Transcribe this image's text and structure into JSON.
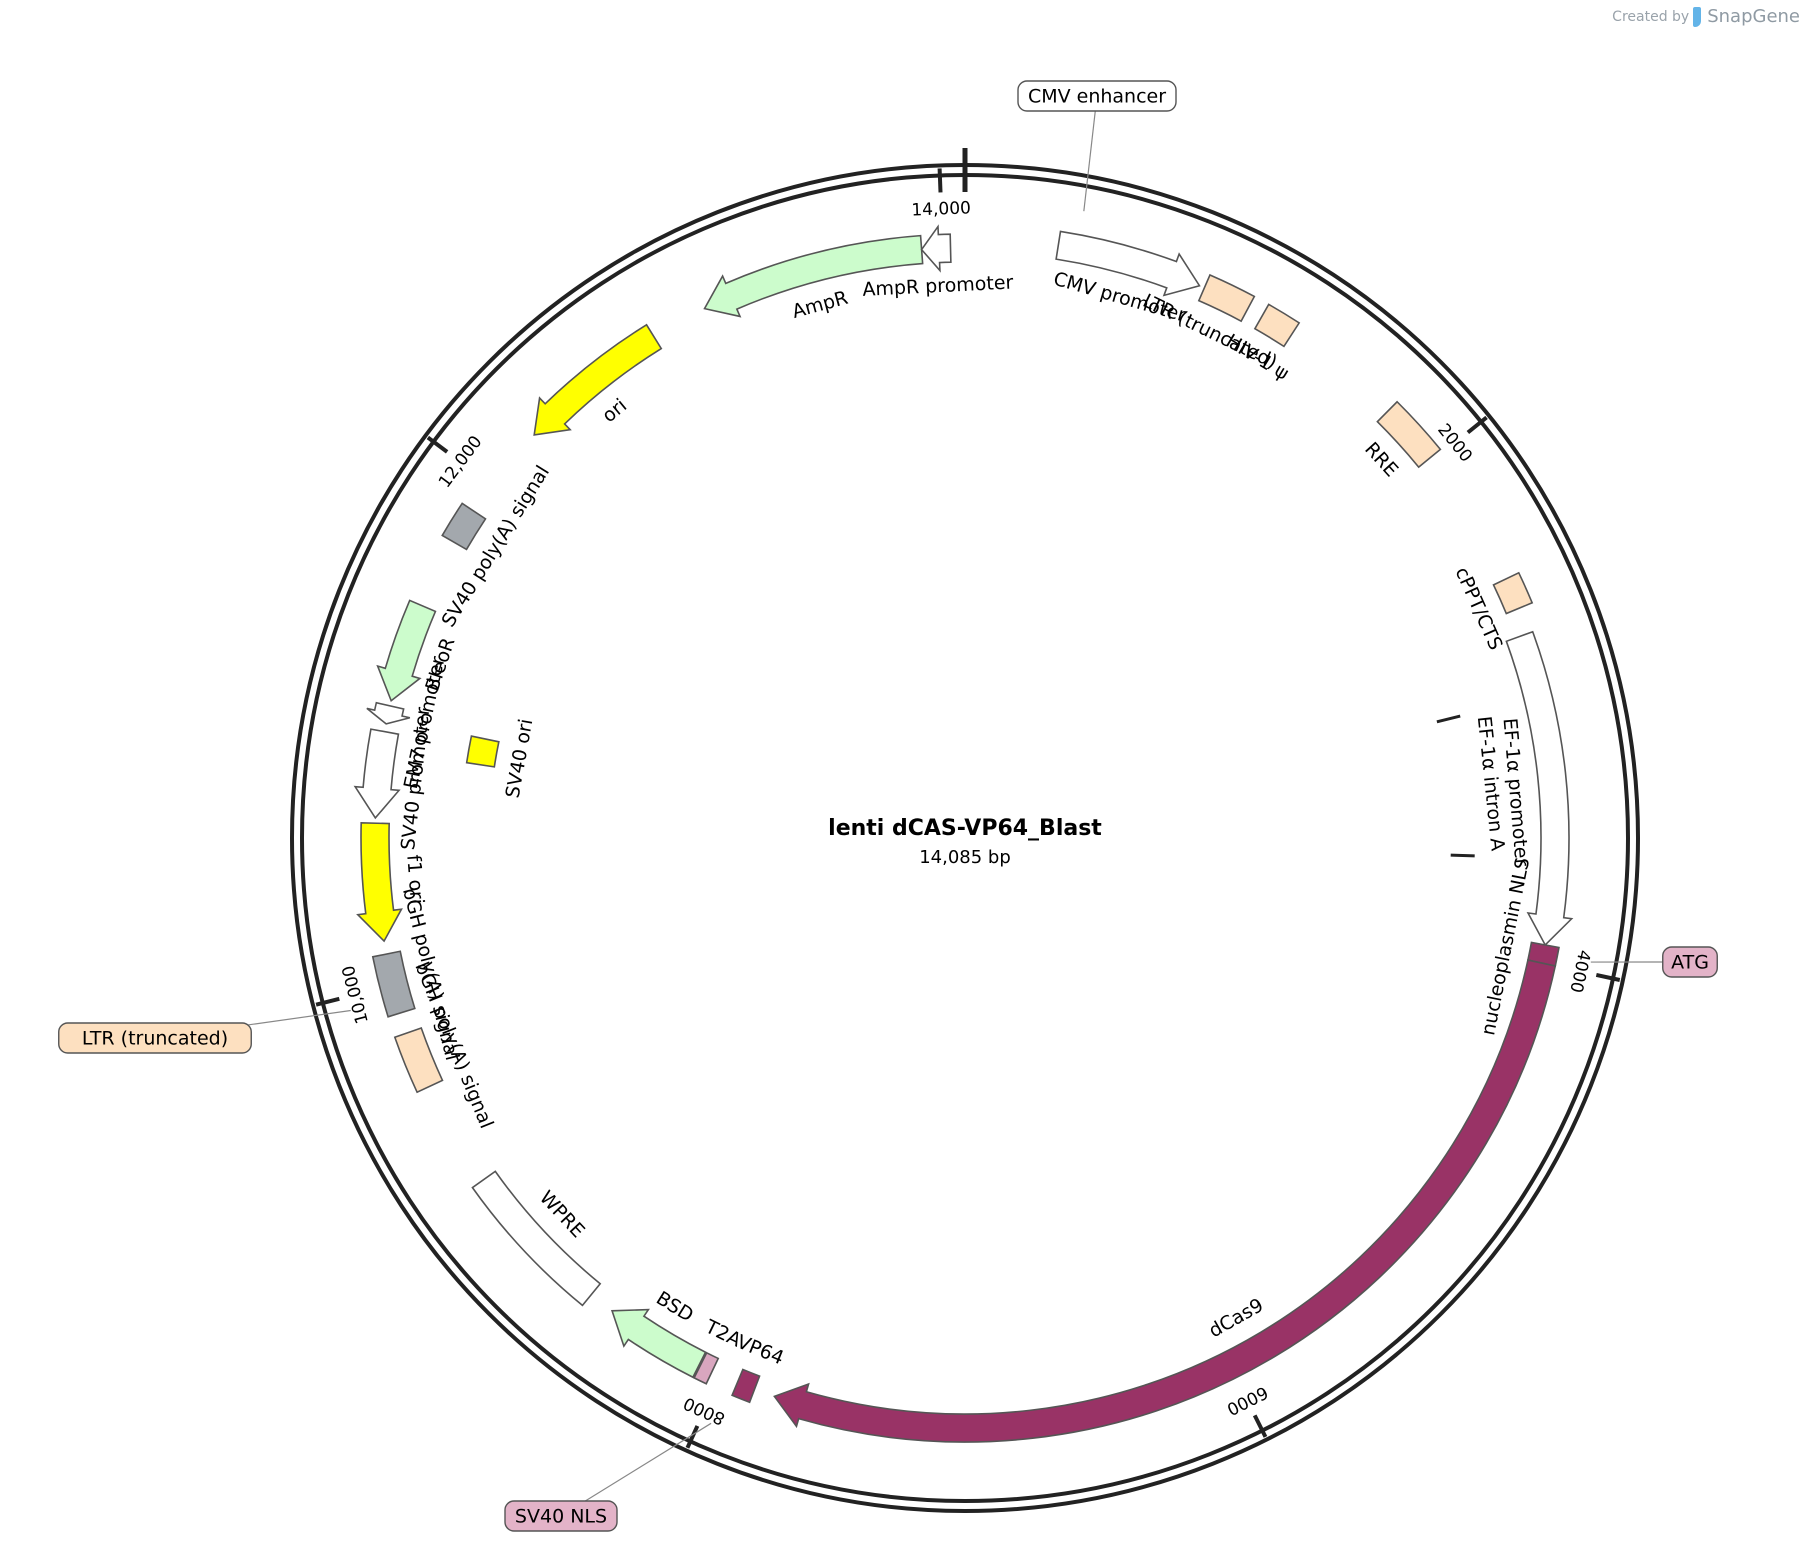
{
  "credit": {
    "prefix": "Created by",
    "brand": "SnapGene",
    "logo_icon": "snapgene-logo-icon"
  },
  "plasmid": {
    "name": "lenti dCAS-VP64_Blast",
    "size_label": "14,085 bp",
    "length_bp": 14085
  },
  "colors": {
    "backbone": "#222222",
    "promoter": "#ffffff",
    "ltr": "#fde0c0",
    "origin": "#ffff00",
    "marker": "#ccfccc",
    "cds": "#993366",
    "nls": "#d9a6bf",
    "polya": "#a3a8ad",
    "outline": "#555555"
  },
  "ticks": [
    {
      "bp": 0,
      "label": ""
    },
    {
      "bp": 2000,
      "label": "2000"
    },
    {
      "bp": 4000,
      "label": "4000"
    },
    {
      "bp": 6000,
      "label": "6000"
    },
    {
      "bp": 8000,
      "label": "8000"
    },
    {
      "bp": 10000,
      "label": "10,000"
    },
    {
      "bp": 12000,
      "label": "12,000"
    },
    {
      "bp": 14000,
      "label": "14,000"
    }
  ],
  "features": [
    {
      "name": "CMV promoter",
      "label": "CMV promoter",
      "start": 350,
      "end": 900,
      "strand": 1,
      "shape": "arrow",
      "color": "#ffffff",
      "r": 600
    },
    {
      "name": "LTR (truncated)",
      "label": "LTR (truncated)",
      "start": 920,
      "end": 1100,
      "strand": 0,
      "shape": "box",
      "color": "#fde0c0",
      "r": 600
    },
    {
      "name": "HIV-1 psi",
      "label": "HIV-1 ψ",
      "start": 1160,
      "end": 1290,
      "strand": 0,
      "shape": "box",
      "color": "#fde0c0",
      "r": 600
    },
    {
      "name": "RRE",
      "label": "RRE",
      "start": 1750,
      "end": 1985,
      "strand": 0,
      "shape": "box",
      "color": "#fde0c0",
      "r": 600
    },
    {
      "name": "cPPT/CTS",
      "label": "cPPT/CTS",
      "start": 2520,
      "end": 2640,
      "strand": 0,
      "shape": "box",
      "color": "#fde0c0",
      "r": 600
    },
    {
      "name": "EF-1a promoter",
      "label": "EF-1α promoter",
      "start": 2740,
      "end": 3930,
      "strand": 1,
      "shape": "arrow",
      "color": "#ffffff",
      "r": 590
    },
    {
      "name": "EF-1a intron A",
      "label": "EF-1α intron A",
      "start": 2980,
      "end": 3600,
      "strand": 0,
      "shape": "line",
      "color": "#222222",
      "r": 498
    },
    {
      "name": "nucleoplasmin NLS",
      "label": "nucleoplasmin NLS",
      "start": 3930,
      "end": 4000,
      "strand": 1,
      "shape": "box",
      "color": "#993366",
      "r": 590
    },
    {
      "name": "dCas9",
      "label": "dCas9",
      "start": 4000,
      "end": 7780,
      "strand": 1,
      "shape": "arrow",
      "color": "#993366",
      "r": 590
    },
    {
      "name": "VP64",
      "label": "VP64",
      "start": 7860,
      "end": 7930,
      "strand": 1,
      "shape": "box",
      "color": "#993366",
      "r": 590
    },
    {
      "name": "T2A",
      "label": "T2A",
      "start": 8035,
      "end": 8085,
      "strand": 1,
      "shape": "box",
      "color": "#d9a6bf",
      "r": 590
    },
    {
      "name": "BSD",
      "label": "BSD",
      "start": 8090,
      "end": 8480,
      "strand": 1,
      "shape": "arrow",
      "color": "#ccfccc",
      "r": 590
    },
    {
      "name": "WPRE",
      "label": "WPRE",
      "start": 8580,
      "end": 9180,
      "strand": 0,
      "shape": "box",
      "color": "#ffffff",
      "r": 590
    },
    {
      "name": "bGH poly(A) signal",
      "label": "bGH poly(A) signal",
      "start": 9590,
      "end": 9810,
      "strand": 0,
      "shape": "box",
      "color": "#fde0c0",
      "r": 590
    },
    {
      "name": "LTR (truncated) 2",
      "label": "bGH poly(A) signal",
      "start": 9890,
      "end": 10120,
      "strand": 0,
      "shape": "box",
      "color": "#a3a8ad",
      "r": 590
    },
    {
      "name": "f1 ori",
      "label": "f1 ori",
      "start": 10170,
      "end": 10620,
      "strand": -1,
      "shape": "arrow",
      "color": "#ffff00",
      "r": 590
    },
    {
      "name": "SV40 promoter",
      "label": "SV40 promoter",
      "start": 10640,
      "end": 10970,
      "strand": -1,
      "shape": "arrow",
      "color": "#ffffff",
      "r": 590
    },
    {
      "name": "EM7 promoter",
      "label": "EM7 promoter",
      "start": 11000,
      "end": 11070,
      "strand": -1,
      "shape": "arrow",
      "color": "#ffffff",
      "r": 590
    },
    {
      "name": "BleoR",
      "label": "BleoR",
      "start": 11090,
      "end": 11470,
      "strand": -1,
      "shape": "arrow",
      "color": "#ccfccc",
      "r": 590
    },
    {
      "name": "SV40 ori",
      "label": "SV40 ori",
      "start": 10900,
      "end": 11020,
      "strand": 0,
      "shape": "box",
      "color": "#ffff00",
      "r": 490
    },
    {
      "name": "SV40 poly(A) signal",
      "label": "SV40 poly(A) signal",
      "start": 11740,
      "end": 11880,
      "strand": 0,
      "shape": "box",
      "color": "#a3a8ad",
      "r": 590
    },
    {
      "name": "ori",
      "label": "ori",
      "start": 12250,
      "end": 12840,
      "strand": -1,
      "shape": "arrow",
      "color": "#ffff00",
      "r": 590
    },
    {
      "name": "AmpR",
      "label": "AmpR",
      "start": 13060,
      "end": 13920,
      "strand": -1,
      "shape": "arrow",
      "color": "#ccfccc",
      "r": 590
    },
    {
      "name": "AmpR promoter",
      "label": "AmpR promoter",
      "start": 13920,
      "end": 14030,
      "strand": -1,
      "shape": "arrow",
      "color": "#ffffff",
      "r": 590
    }
  ],
  "callouts": [
    {
      "name": "CMV enhancer",
      "label": "CMV enhancer",
      "fill": "#ffffff"
    },
    {
      "name": "ATG",
      "label": "ATG",
      "fill": "#e3b3c8"
    },
    {
      "name": "LTR (truncated)",
      "label": "LTR (truncated)",
      "fill": "#fde0c0"
    },
    {
      "name": "SV40 NLS",
      "label": "SV40 NLS",
      "fill": "#e3b3c8"
    }
  ]
}
